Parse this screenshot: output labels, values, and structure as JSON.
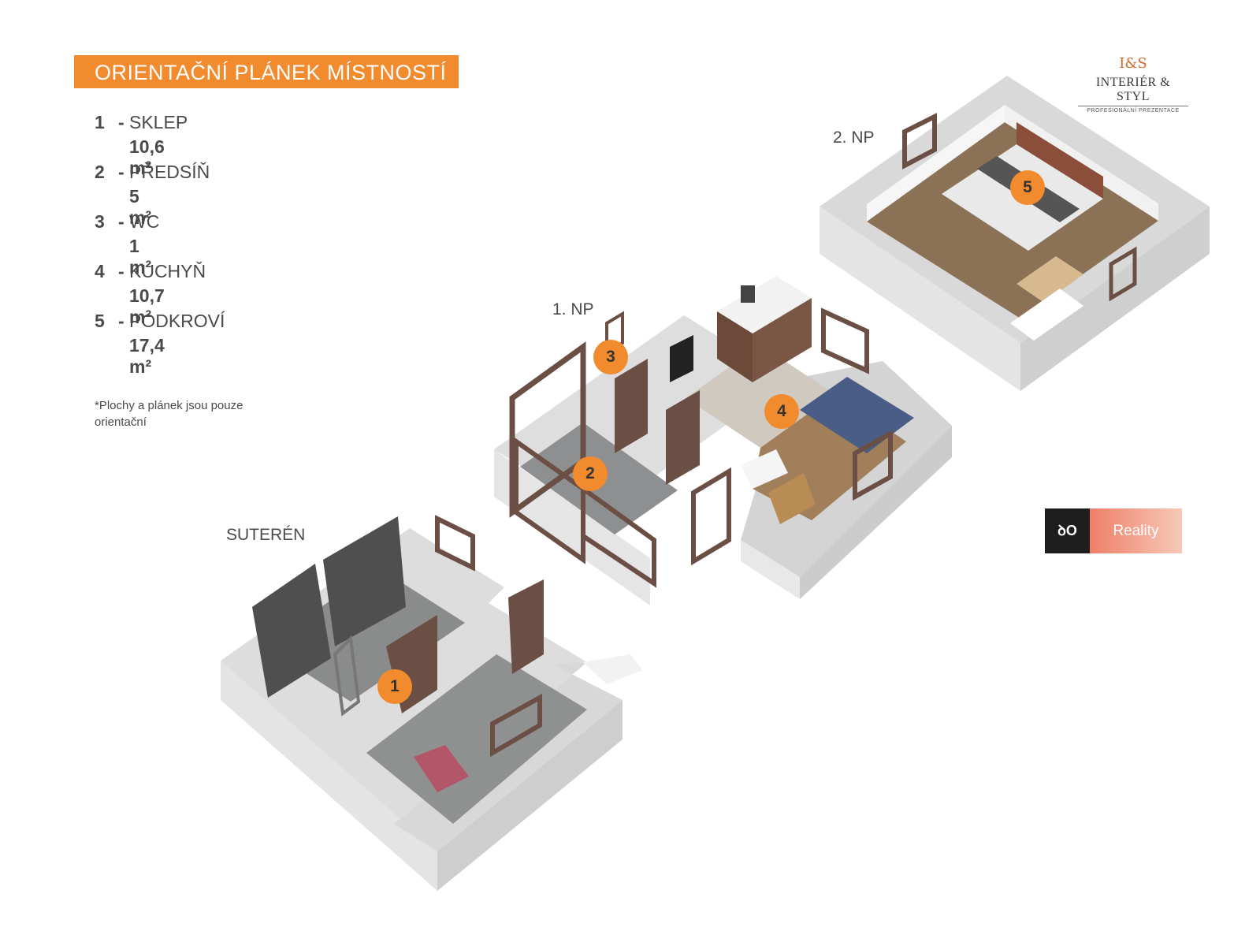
{
  "title": "ORIENTAČNÍ PLÁNEK MÍSTNOSTÍ",
  "rooms": [
    {
      "number": "1",
      "dash": "-",
      "name": "SKLEP",
      "area": "10,6 m²"
    },
    {
      "number": "2",
      "dash": "-",
      "name": "PŘEDSÍŇ",
      "area": "5 m²"
    },
    {
      "number": "3",
      "dash": "-",
      "name": "WC",
      "area": "1 m²"
    },
    {
      "number": "4",
      "dash": "-",
      "name": "KUCHYŇ",
      "area": "10,7 m²"
    },
    {
      "number": "5",
      "dash": "-",
      "name": "PODKROVÍ",
      "area": "17,4 m²"
    }
  ],
  "note": "*Plochy  a plánek jsou pouze orientační",
  "logo": {
    "mark": "I&S",
    "name": "INTERIÉR & STYL",
    "subtitle": "PROFESIONÁLNÍ PREZENTACE"
  },
  "floors": {
    "basement": "SUTERÉN",
    "first": "1. NP",
    "second": "2. NP"
  },
  "badges": [
    "1",
    "2",
    "3",
    "4",
    "5"
  ],
  "reality": {
    "icon": "ꝺO",
    "label": "Reality"
  },
  "colors": {
    "accent": "#f28a2e",
    "wall": "#e6e6e6",
    "floor_wood": "#8a7155",
    "floor_tile": "#8f9090",
    "frame": "#6b4f45"
  }
}
